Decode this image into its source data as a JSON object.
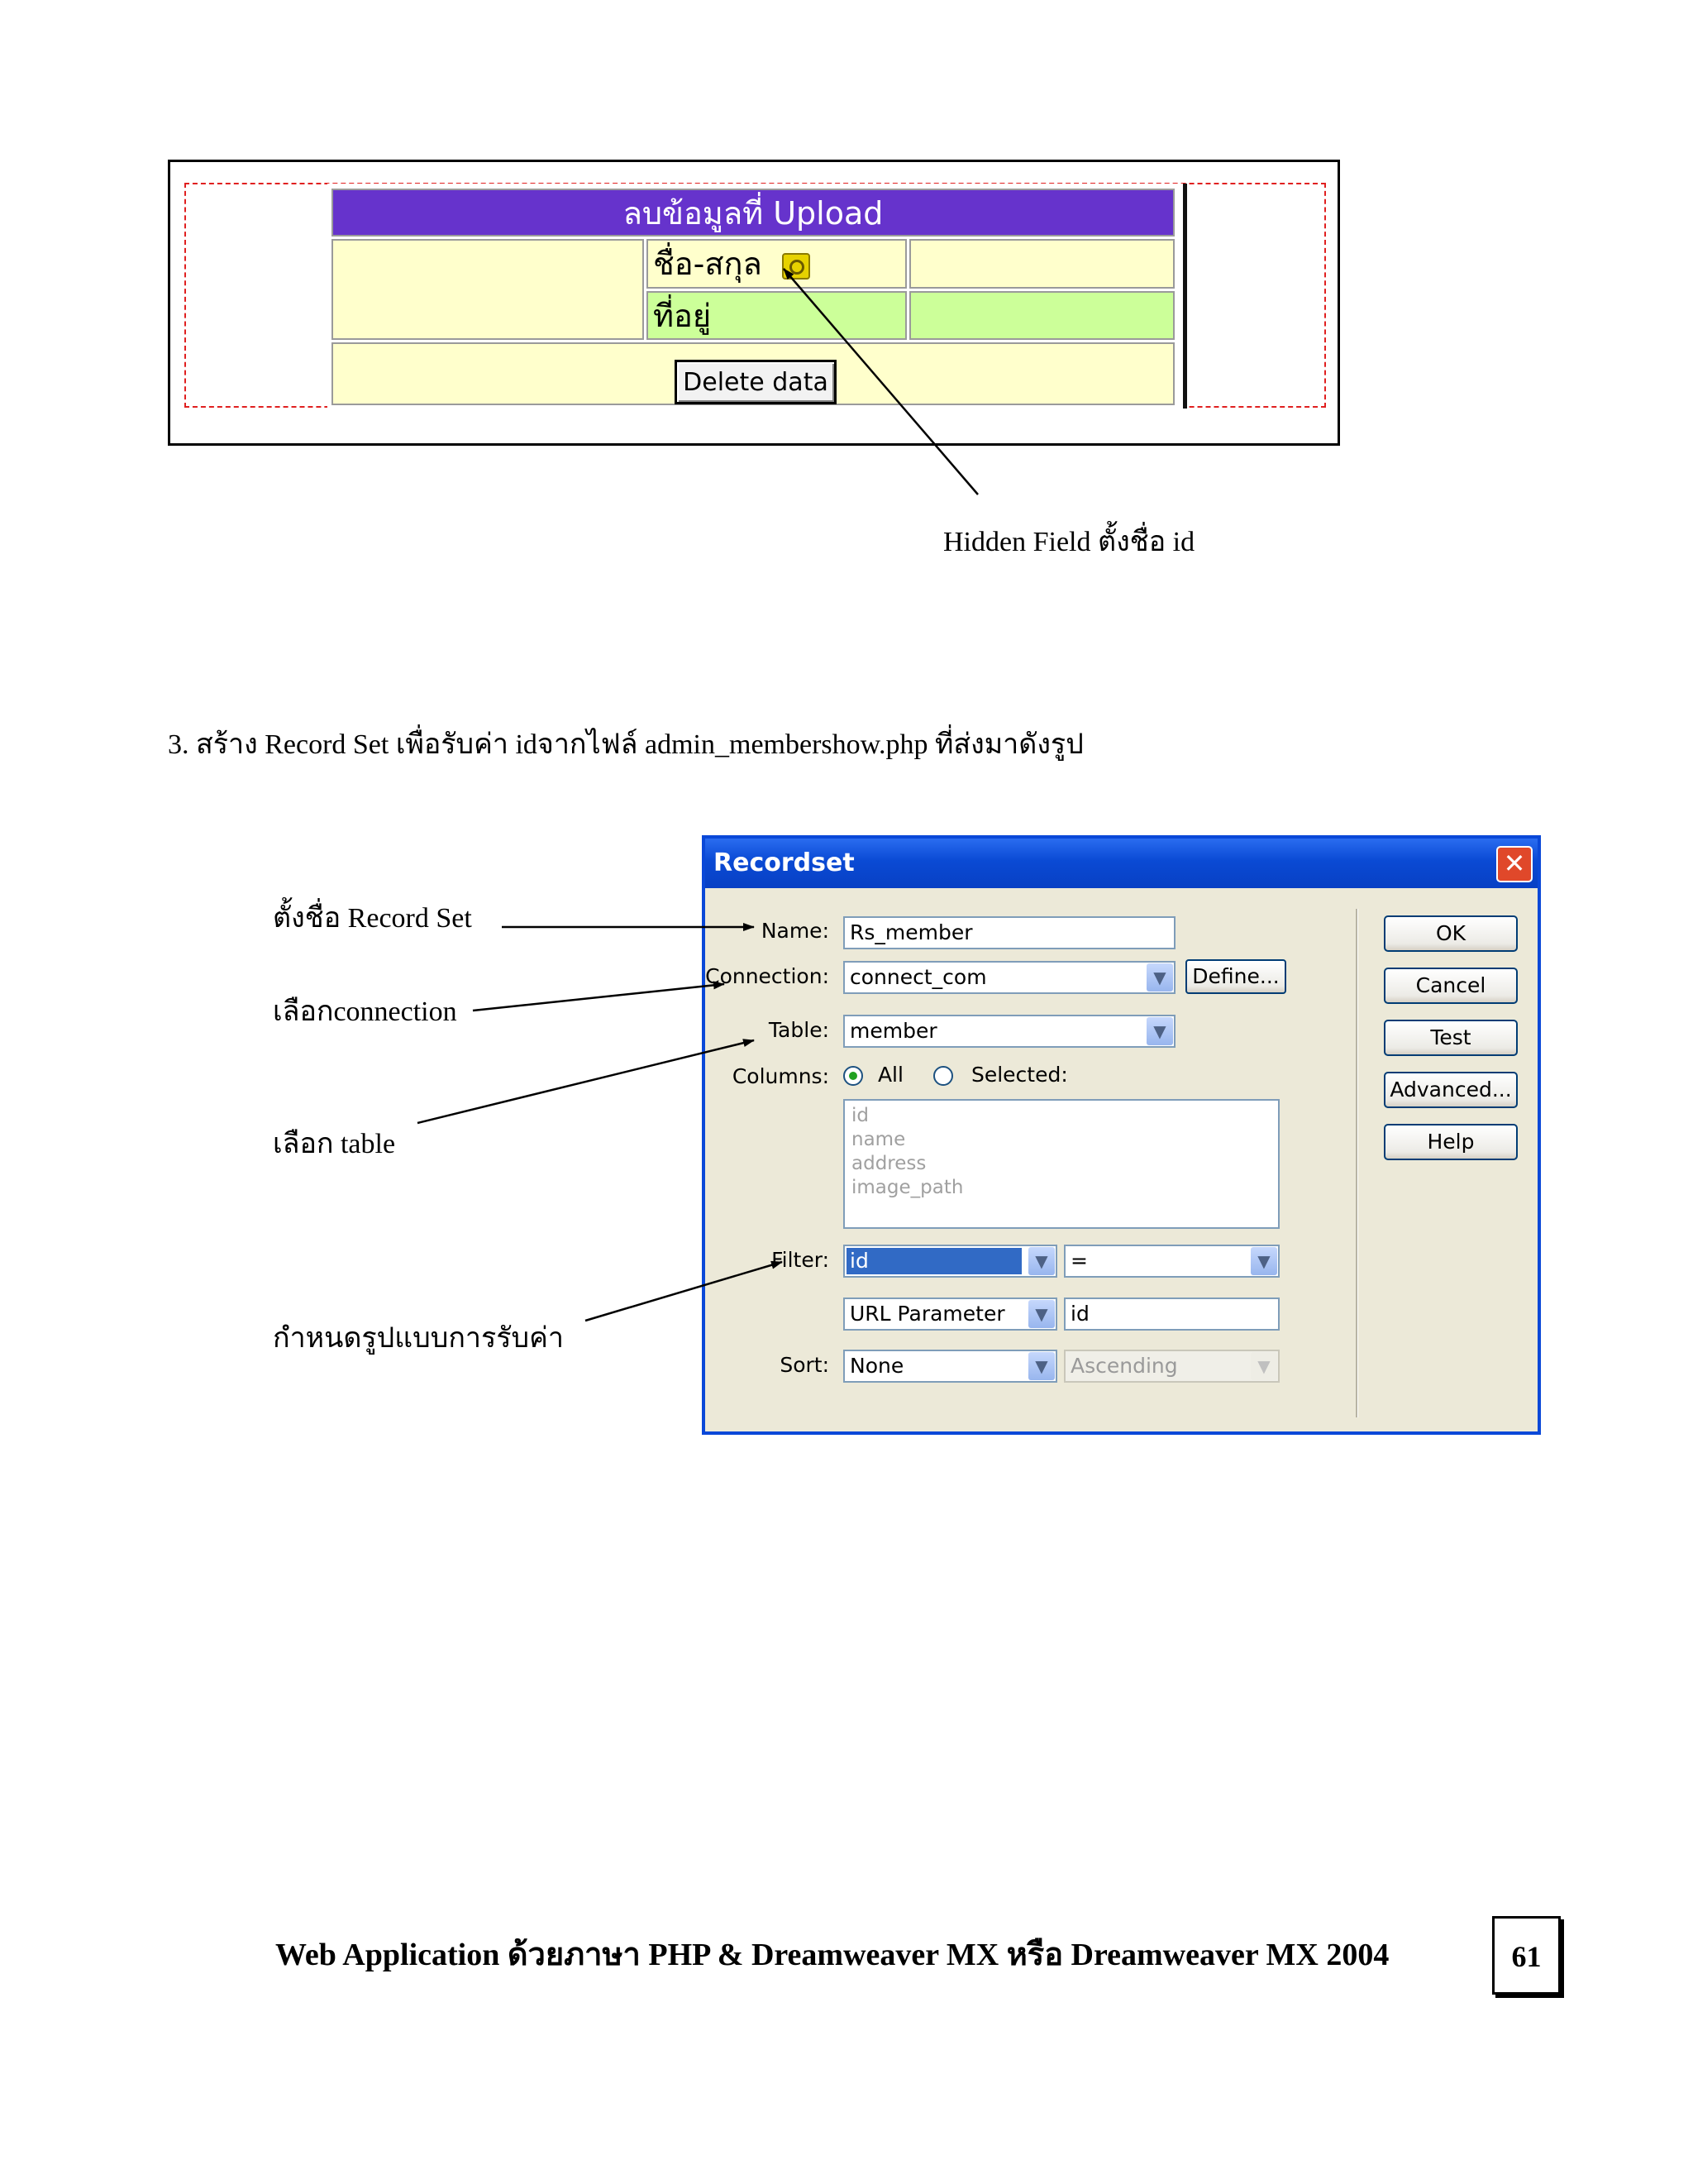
{
  "figure1": {
    "header": "ลบข้อมูลที่ Upload",
    "row1_label": "ชื่อ-สกุล",
    "row2_label": "ที่อยู่",
    "button_label": "Delete data",
    "callout": "Hidden Field ตั้งชื่อ id"
  },
  "step3_text": "3. สร้าง Record Set เพื่อรับค่า idจากไฟล์ admin_membershow.php ที่ส่งมาดังรูป",
  "annotations": {
    "name": "ตั้งชื่อ Record Set",
    "connection": "เลือกconnection",
    "table": "เลือก table",
    "filter": "กำหนดรูปแบบการรับค่า"
  },
  "dialog": {
    "title": "Recordset",
    "close_glyph": "✕",
    "name_label": "Name:",
    "name_value": "Rs_member",
    "connection_label": "Connection:",
    "connection_value": "connect_com",
    "define_label": "Define...",
    "table_label": "Table:",
    "table_value": "member",
    "columns_label": "Columns:",
    "columns_all": "All",
    "columns_selected": "Selected:",
    "columns_list": [
      "id",
      "name",
      "address",
      "image_path"
    ],
    "filter_label": "Filter:",
    "filter_column": "id",
    "filter_operator": "=",
    "filter_source": "URL Parameter",
    "filter_value": "id",
    "sort_label": "Sort:",
    "sort_column": "None",
    "sort_order": "Ascending",
    "buttons": {
      "ok": "OK",
      "cancel": "Cancel",
      "test": "Test",
      "advanced": "Advanced...",
      "help": "Help"
    }
  },
  "footer": {
    "title": "Web Application ด้วยภาษา PHP & Dreamweaver MX หรือ Dreamweaver MX 2004",
    "page_number": "61"
  }
}
